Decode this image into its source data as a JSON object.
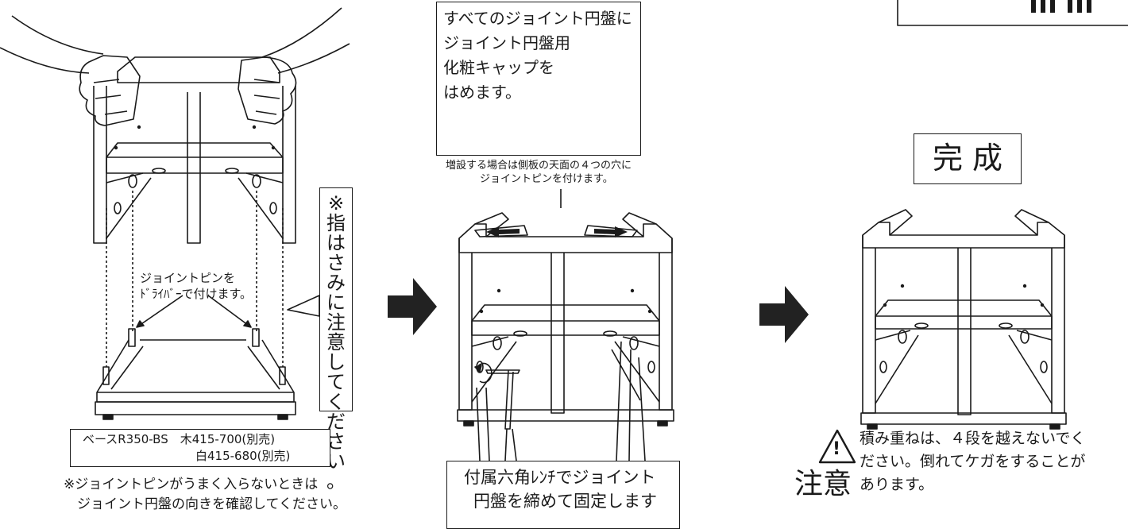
{
  "cap_box": {
    "lines": [
      "すべてのジョイント円盤に",
      "ジョイント円盤用",
      "化粧キャップを",
      "はめます。"
    ]
  },
  "side_warning": {
    "chars": [
      "※",
      "指",
      "は",
      "さ",
      "み",
      "に",
      "注",
      "意",
      "し",
      "て",
      "く",
      "だ",
      "さ",
      "い",
      "。"
    ]
  },
  "pin_callout": {
    "line1": "ジョイントピンを",
    "line2": "ﾄﾞﾗｲﾊﾞｰで付けます。"
  },
  "base_box": {
    "line1": "ベースR350-BS　木415-700(別売)",
    "line2": "白415-680(別売)"
  },
  "pin_note": {
    "line1": "※ジョイントピンがうまく入らないときは",
    "line2": "ジョイント円盤の向きを確認してください。"
  },
  "expansion_note": {
    "line1": "増設する場合は側板の天面の４つの穴に",
    "line2": "ジョイントピンを付けます。"
  },
  "wrench_box": {
    "line1": "付属六角ﾚﾝﾁでジョイント",
    "line2": "円盤を締めて固定します"
  },
  "complete_label": "完 成",
  "caution": {
    "mark": "!",
    "label": "注意",
    "lines": [
      "積み重ねは、４段を越えないでく",
      "ださい。倒れてケガをすることが",
      "あります。"
    ]
  },
  "colors": {
    "ink": "#1a1a1a",
    "arrow": "#222222"
  }
}
